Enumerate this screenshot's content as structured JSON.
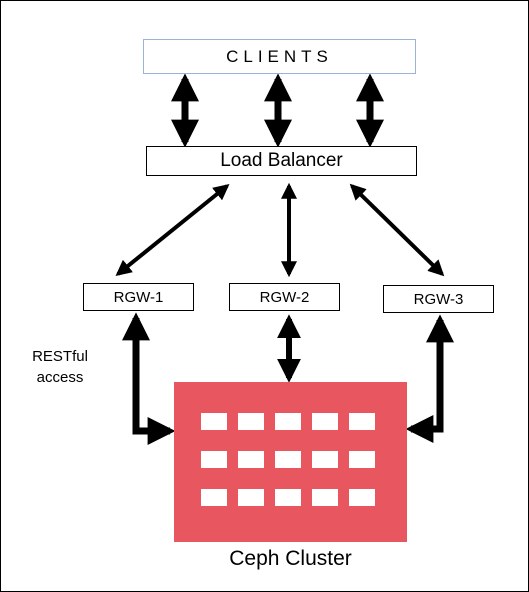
{
  "clients": {
    "label": "CLIENTS"
  },
  "load_balancer": {
    "label": "Load Balancer"
  },
  "gateways": [
    {
      "label": "RGW-1"
    },
    {
      "label": "RGW-2"
    },
    {
      "label": "RGW-3"
    }
  ],
  "annotation": {
    "line1": "RESTful",
    "line2": "access"
  },
  "cluster": {
    "label": "Ceph Cluster",
    "color": "#e8565f",
    "cell_rows": 3,
    "cell_cols": 5
  },
  "colors": {
    "arrow": "#000000",
    "clients_border": "#9bb4d6",
    "cell": "#ffffff"
  }
}
